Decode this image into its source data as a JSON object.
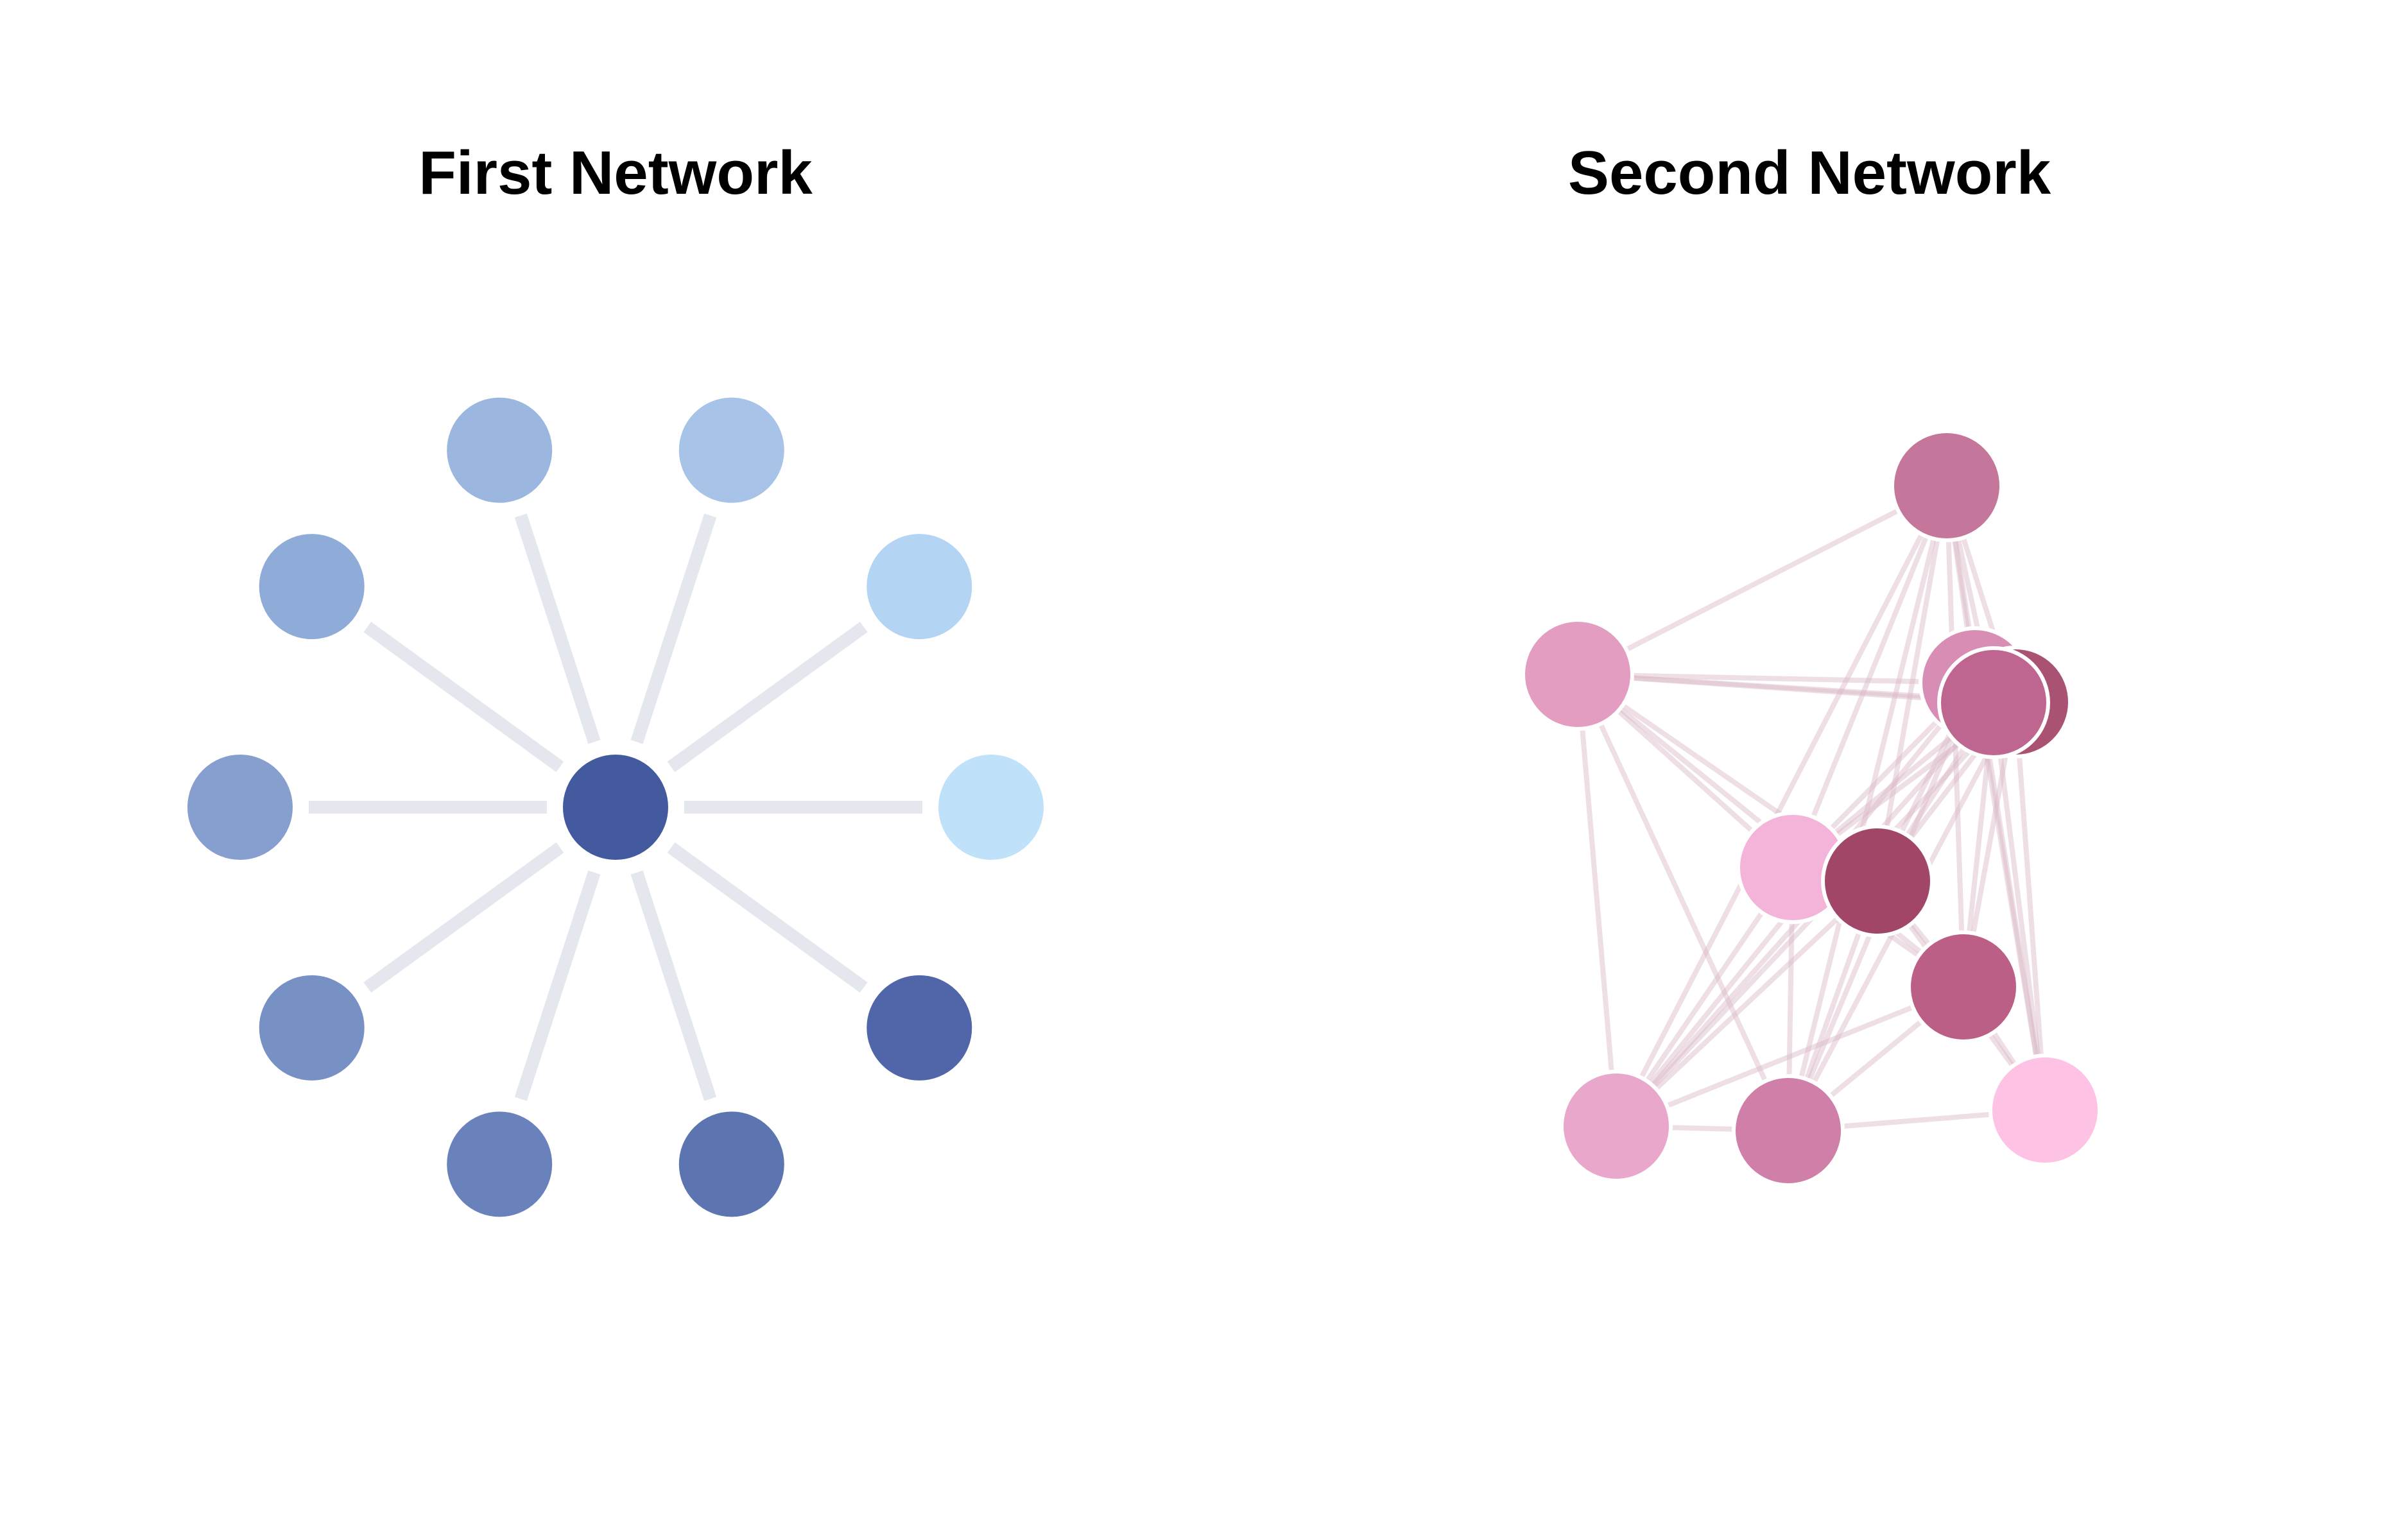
{
  "panels": [
    {
      "title": "First Network",
      "node_colors": [
        "#435a9e",
        "#c0e1fa",
        "#b3d4f3",
        "#a7c3e8",
        "#9bb7df",
        "#8facd8",
        "#879fcf",
        "#7891c4",
        "#6a82bb",
        "#5c74b0",
        "#5166a8"
      ],
      "edge_color": "#e4e7ee",
      "nodes": 11,
      "edges": [
        [
          0,
          1
        ],
        [
          0,
          2
        ],
        [
          0,
          3
        ],
        [
          0,
          4
        ],
        [
          0,
          5
        ],
        [
          0,
          6
        ],
        [
          0,
          7
        ],
        [
          0,
          8
        ],
        [
          0,
          9
        ],
        [
          0,
          10
        ]
      ]
    },
    {
      "title": "Second Network",
      "node_colors": [
        "#c5769b",
        "#e29dc0",
        "#d88eb4",
        "#bc5f87",
        "#aa5273",
        "#f4b3d9",
        "#a14669",
        "#bf6690",
        "#e9a7cb",
        "#d07fa8",
        "#fdc2e4"
      ],
      "edge_color": "#d9b9c8",
      "nodes": 11,
      "edges": [
        [
          0,
          1
        ],
        [
          0,
          2
        ],
        [
          0,
          3
        ],
        [
          0,
          4
        ],
        [
          0,
          5
        ],
        [
          0,
          6
        ],
        [
          0,
          7
        ],
        [
          0,
          8
        ],
        [
          0,
          9
        ],
        [
          0,
          10
        ],
        [
          1,
          2
        ],
        [
          1,
          3
        ],
        [
          1,
          4
        ],
        [
          1,
          5
        ],
        [
          1,
          6
        ],
        [
          1,
          7
        ],
        [
          1,
          8
        ],
        [
          1,
          9
        ],
        [
          2,
          4
        ],
        [
          2,
          5
        ],
        [
          2,
          6
        ],
        [
          2,
          7
        ],
        [
          2,
          8
        ],
        [
          2,
          9
        ],
        [
          2,
          10
        ],
        [
          3,
          4
        ],
        [
          3,
          5
        ],
        [
          3,
          6
        ],
        [
          3,
          7
        ],
        [
          3,
          8
        ],
        [
          3,
          9
        ],
        [
          3,
          10
        ],
        [
          4,
          5
        ],
        [
          4,
          6
        ],
        [
          4,
          7
        ],
        [
          4,
          8
        ],
        [
          4,
          9
        ],
        [
          4,
          10
        ],
        [
          5,
          6
        ],
        [
          5,
          7
        ],
        [
          5,
          8
        ],
        [
          5,
          9
        ],
        [
          6,
          7
        ],
        [
          6,
          8
        ],
        [
          6,
          9
        ],
        [
          6,
          10
        ],
        [
          7,
          8
        ],
        [
          7,
          10
        ],
        [
          8,
          9
        ],
        [
          9,
          10
        ]
      ]
    }
  ]
}
